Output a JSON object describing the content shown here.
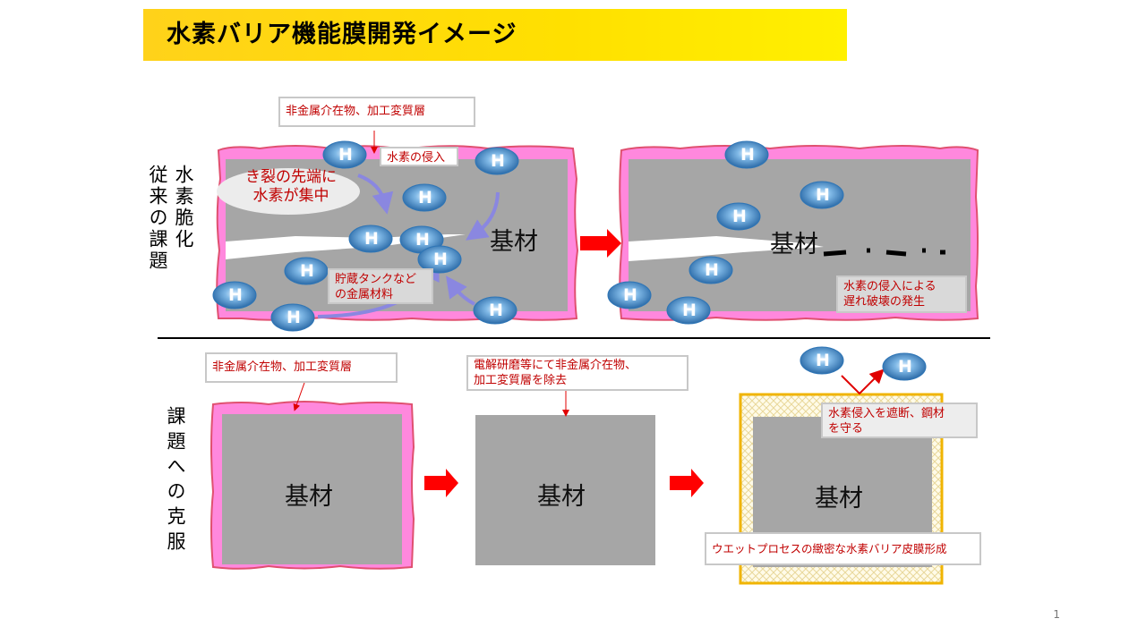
{
  "slide": {
    "title": "水素バリア機能膜開発イメージ",
    "page_number": "1",
    "colors": {
      "title_bg": "#ffe000",
      "coating": "#ff88dd",
      "base": "#a6a6a6",
      "barrier": "#ffc000",
      "arrow": "#ff0000",
      "callout_text": "#c00000",
      "hydrogen": "#2e75b6"
    }
  },
  "top_section": {
    "side_label_1": "水素脆化",
    "side_label_2": "従来の課題",
    "callout_inclusions": "非金属介在物、加工変質層",
    "callout_invasion": "水素の侵入",
    "crack_bubble_line1": "き裂の先端に",
    "crack_bubble_line2": "水素が集中",
    "tank_line1": "貯蔵タンクなど",
    "tank_line2": "の金属材料",
    "base_left": "基材",
    "base_right": "基材",
    "delayed_line1": "水素の侵入による",
    "delayed_line2": "遅れ破壊の発生",
    "hydrogen_symbol": "H"
  },
  "bottom_section": {
    "side_label": "課題への克服",
    "callout_inclusions": "非金属介在物、加工変質層",
    "remove_line1": "電解研磨等にて非金属介在物、",
    "remove_line2": "加工変質層を除去",
    "protect_line1": "水素侵入を遮断、鋼材",
    "protect_line2": "を守る",
    "wet_process": "ウエットプロセスの緻密な水素バリア皮膜形成",
    "base_1": "基材",
    "base_2": "基材",
    "base_3": "基材"
  }
}
